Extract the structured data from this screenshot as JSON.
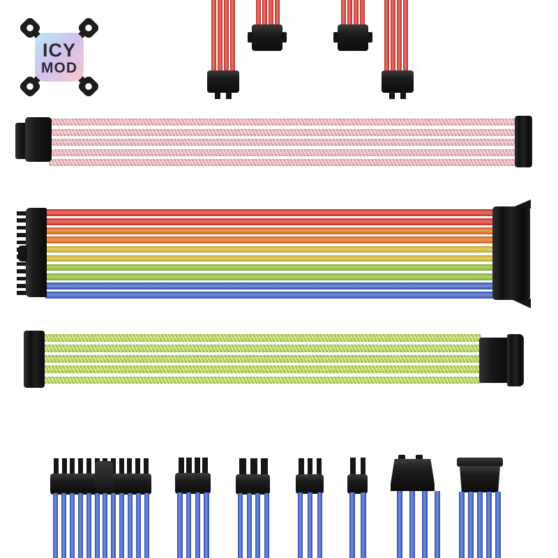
{
  "logo": {
    "line1": "ICY",
    "line2": "MOD",
    "text_color": "#2b2b33",
    "gradient": [
      "#b7eaf3",
      "#d4c0ef",
      "#f8c8ce"
    ]
  },
  "palette": {
    "background": "#ffffff",
    "connector": "#151515",
    "pin": "#161616",
    "red": "#e23a2e",
    "pink": "#e8a4aa",
    "orange": "#ee7420",
    "yellow": "#dfc233",
    "lime": "#98c93c",
    "royal": "#3d63cd",
    "green": "#a7cf39",
    "blue": "#3a60d4"
  },
  "cable_bands": {
    "red_a1": {
      "orientation": "vertical",
      "finish": "shade",
      "colors": [
        "red",
        "red",
        "red",
        "red"
      ]
    },
    "red_a2": {
      "orientation": "vertical",
      "finish": "shade",
      "colors": [
        "red",
        "red",
        "red",
        "red"
      ]
    },
    "red_b1": {
      "orientation": "vertical",
      "finish": "shade",
      "colors": [
        "red",
        "red",
        "red",
        "red"
      ]
    },
    "red_b2": {
      "orientation": "vertical",
      "finish": "shade",
      "colors": [
        "red",
        "red",
        "red",
        "red"
      ]
    },
    "white_red": {
      "orientation": "horizontal",
      "finish": "weave",
      "colors": [
        "pink",
        "pink",
        "pink",
        "pink",
        "pink"
      ]
    },
    "atx_left_pins": {
      "orientation": "horizontal",
      "finish": "flat",
      "colors": [
        "pin",
        "pin",
        "pin",
        "pin",
        "pin",
        "pin",
        "pin",
        "pin",
        "pin",
        "pin",
        "pin",
        "pin"
      ]
    },
    "rainbow": {
      "orientation": "horizontal",
      "finish": "shade",
      "colors": [
        "red",
        "red",
        "orange",
        "orange",
        "yellow",
        "yellow",
        "lime",
        "lime",
        "royal",
        "royal"
      ]
    },
    "green": {
      "orientation": "horizontal",
      "finish": "weave",
      "colors": [
        "green",
        "green",
        "green",
        "green",
        "green"
      ]
    },
    "atx24_teeth": {
      "orientation": "vertical",
      "finish": "flat",
      "colors": [
        "pin",
        "pin",
        "pin",
        "pin",
        "pin",
        "pin",
        "pin",
        "pin",
        "pin",
        "pin",
        "pin",
        "pin"
      ]
    },
    "blue_atx24": {
      "orientation": "vertical",
      "finish": "shade",
      "colors": [
        "blue",
        "blue",
        "blue",
        "blue",
        "blue",
        "blue",
        "blue",
        "blue",
        "blue",
        "blue",
        "blue",
        "blue"
      ]
    },
    "eps8_teeth": {
      "orientation": "vertical",
      "finish": "flat",
      "colors": [
        "pin",
        "pin",
        "pin",
        "pin"
      ]
    },
    "blue_eps8": {
      "orientation": "vertical",
      "finish": "shade",
      "colors": [
        "blue",
        "blue",
        "blue",
        "blue"
      ]
    },
    "pcie8_teeth": {
      "orientation": "vertical",
      "finish": "flat",
      "colors": [
        "pin",
        "pin",
        "pin"
      ]
    },
    "blue_pcie8": {
      "orientation": "vertical",
      "finish": "shade",
      "colors": [
        "blue",
        "blue",
        "blue",
        "blue"
      ]
    },
    "pcie6_teeth": {
      "orientation": "vertical",
      "finish": "flat",
      "colors": [
        "pin",
        "pin",
        "pin"
      ]
    },
    "blue_pcie6": {
      "orientation": "vertical",
      "finish": "shade",
      "colors": [
        "blue",
        "blue",
        "blue"
      ]
    },
    "p4_teeth": {
      "orientation": "vertical",
      "finish": "flat",
      "colors": [
        "pin",
        "pin"
      ]
    },
    "blue_p4": {
      "orientation": "vertical",
      "finish": "shade",
      "colors": [
        "blue",
        "blue"
      ]
    },
    "blue_sata": {
      "orientation": "vertical",
      "finish": "shade",
      "colors": [
        "blue",
        "blue",
        "blue",
        "blue"
      ]
    },
    "blue_molex": {
      "orientation": "vertical",
      "finish": "shade",
      "colors": [
        "blue",
        "blue",
        "blue",
        "blue",
        "blue"
      ]
    }
  }
}
